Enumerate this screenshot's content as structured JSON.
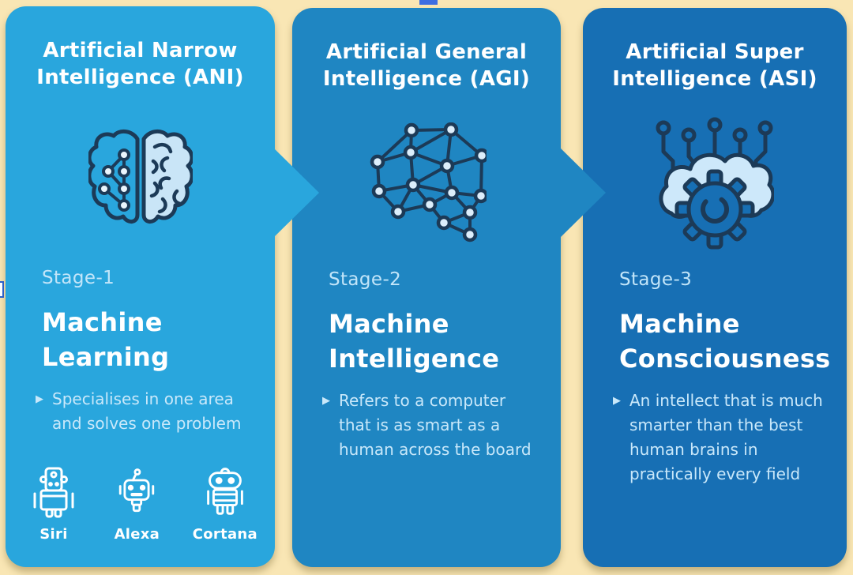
{
  "infographic": {
    "topic": "Stages of Artificial Intelligence"
  },
  "bullet_marker": "▶",
  "colors": {
    "background_cream": "#F9E6B4",
    "card1_blue": "#29A6DD",
    "card2_blue": "#1F86C2",
    "card3_blue": "#176FB4",
    "icon_navy": "#1C3A57",
    "icon_light_blue": "#C9E5F7",
    "stage_text": "#C2E5F9",
    "bullet_text": "#C9E8FA",
    "title_white": "#FFFFFF",
    "artifact_blue": "#3D6EE2"
  },
  "cards": [
    {
      "title": "Artificial Narrow Intelligence (ANI)",
      "title_lines": [
        "Artificial Narrow",
        "Intelligence (ANI)"
      ],
      "icon": "split-brain-icon",
      "stage": "Stage-1",
      "heading": "Machine Learning",
      "heading_lines": [
        "Machine",
        "Learning"
      ],
      "bullet": "Specialises in one area and solves one problem",
      "examples": [
        {
          "label": "Siri",
          "icon": "siri-robot-icon"
        },
        {
          "label": "Alexa",
          "icon": "alexa-robot-icon"
        },
        {
          "label": "Cortana",
          "icon": "cortana-robot-icon"
        }
      ]
    },
    {
      "title": "Artificial General Intelligence (AGI)",
      "title_lines": [
        "Artificial General",
        "Intelligence (AGI)"
      ],
      "icon": "neural-network-brain-icon",
      "stage": "Stage-2",
      "heading": "Machine Intelligence",
      "heading_lines": [
        "Machine",
        "Intelligence"
      ],
      "bullet": "Refers to a computer that is as smart as a human across the board"
    },
    {
      "title": "Artificial Super Intelligence (ASI)",
      "title_lines": [
        "Artificial Super",
        "Intelligence (ASI)"
      ],
      "icon": "cloud-gear-circuit-icon",
      "stage": "Stage-3",
      "heading": "Machine Consciousness",
      "heading_lines": [
        "Machine",
        "Consciousness"
      ],
      "bullet": "An intellect that is much smarter than the best human brains in practically every field"
    }
  ]
}
